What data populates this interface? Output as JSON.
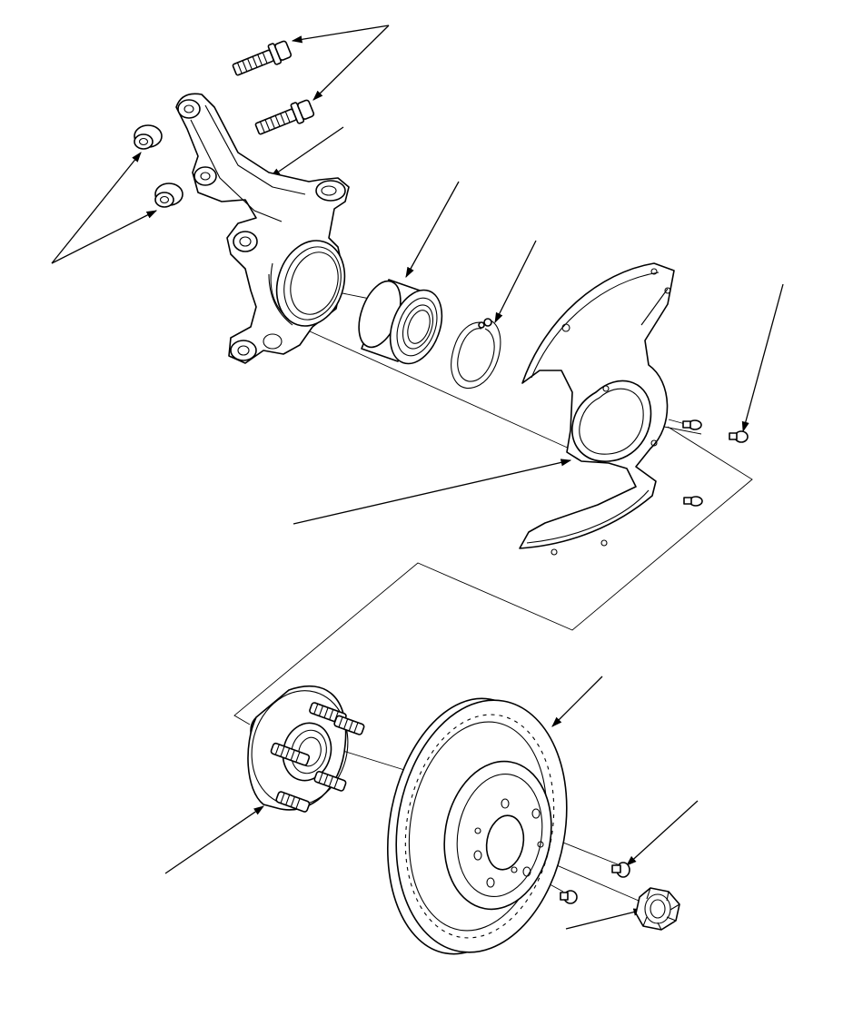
{
  "figure": {
    "type": "exploded-parts-diagram",
    "background_color": "#ffffff",
    "line_color": "#000000",
    "parts": [
      {
        "id": "knuckle-flange-bolt-upper",
        "icon": "flange-bolt"
      },
      {
        "id": "knuckle-flange-bolt-lower",
        "icon": "flange-bolt"
      },
      {
        "id": "self-locking-nut-upper",
        "icon": "flange-nut"
      },
      {
        "id": "self-locking-nut-lower",
        "icon": "flange-nut"
      },
      {
        "id": "steering-knuckle",
        "icon": "knuckle"
      },
      {
        "id": "wheel-bearing",
        "icon": "bearing"
      },
      {
        "id": "snap-ring",
        "icon": "snap-ring"
      },
      {
        "id": "splash-guard",
        "icon": "shield-plate"
      },
      {
        "id": "splash-guard-bolt-upper",
        "icon": "small-bolt"
      },
      {
        "id": "splash-guard-bolt-lower",
        "icon": "small-bolt"
      },
      {
        "id": "splash-guard-screw",
        "icon": "small-bolt"
      },
      {
        "id": "wheel-hub",
        "icon": "hub"
      },
      {
        "id": "brake-disc",
        "icon": "disc"
      },
      {
        "id": "disc-screw-upper",
        "icon": "screw"
      },
      {
        "id": "disc-screw-lower",
        "icon": "screw"
      },
      {
        "id": "spindle-nut",
        "icon": "castle-nut"
      }
    ]
  }
}
